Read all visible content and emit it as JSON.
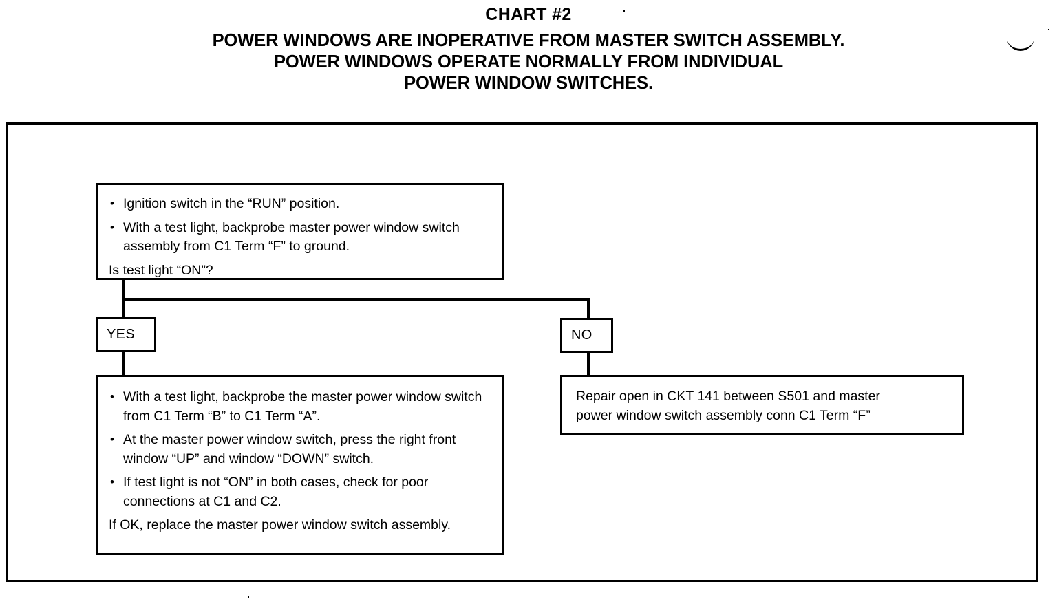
{
  "title": {
    "chart_number": "CHART #2",
    "lines": [
      "POWER WINDOWS ARE INOPERATIVE FROM MASTER SWITCH ASSEMBLY.",
      "POWER WINDOWS OPERATE NORMALLY FROM INDIVIDUAL",
      "POWER WINDOW SWITCHES."
    ]
  },
  "flow": {
    "decision": {
      "bullets": [
        "Ignition switch in the “RUN” position.",
        "With a test light, backprobe master power window switch assembly from C1 Term “F” to ground."
      ],
      "question": "Is test light “ON”?"
    },
    "branches": {
      "yes_label": "YES",
      "no_label": "NO"
    },
    "yes_action": {
      "bullets": [
        "With a test light, backprobe the master power window switch from C1 Term “B” to C1 Term “A”.",
        "At the master power window switch, press the right front window “UP” and window “DOWN” switch.",
        "If test light is not “ON” in both cases, check for poor connections at C1 and C2."
      ],
      "closing": "If OK, replace the master power window switch assembly."
    },
    "no_action": {
      "lines": [
        "Repair open in CKT 141 between S501 and master",
        "power window switch assembly conn C1 Term “F”"
      ]
    }
  },
  "colors": {
    "ink": "#000000",
    "paper": "#ffffff"
  }
}
